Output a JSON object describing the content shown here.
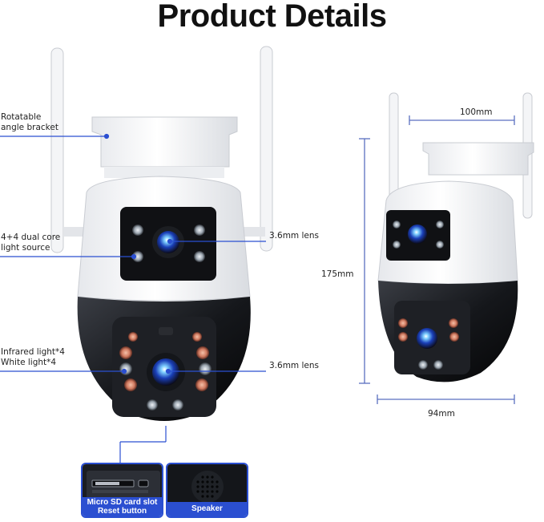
{
  "header": {
    "title": "Product Details"
  },
  "callouts": {
    "bracket": "Rotatable\nangle bracket",
    "light_source": "4+4 dual core\nlight source",
    "lights": "Infrared light*4\nWhite light*4",
    "lens_top": "3.6mm lens",
    "lens_bottom": "3.6mm lens"
  },
  "dimensions": {
    "width": "100mm",
    "height": "175mm",
    "depth": "94mm"
  },
  "thumbnails": {
    "sd_slot": {
      "caption": "Micro SD card slot\nReset button"
    },
    "speaker": {
      "caption": "Speaker"
    }
  },
  "colors": {
    "accent": "#2b4fd1",
    "leader": "#2b4fd1",
    "dimension_line": "#5a6fc0"
  }
}
